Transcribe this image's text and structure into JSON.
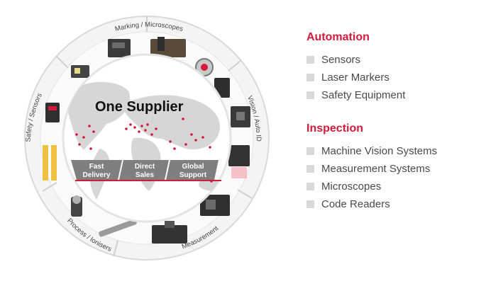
{
  "diagram": {
    "center_title": "One Supplier",
    "band_items": [
      {
        "line1": "Fast",
        "line2": "Delivery"
      },
      {
        "line1": "Direct",
        "line2": "Sales"
      },
      {
        "line1": "Global",
        "line2": "Support"
      }
    ],
    "segments": [
      "Marking / Microscopes",
      "Vision / Auto ID",
      "Measurement",
      "Process / Ionisers",
      "Safety / Sensors"
    ]
  },
  "sections": [
    {
      "title": "Automation",
      "items": [
        "Sensors",
        "Laser Markers",
        "Safety Equipment"
      ]
    },
    {
      "title": "Inspection",
      "items": [
        "Machine Vision Systems",
        "Measurement Systems",
        "Microscopes",
        "Code Readers"
      ]
    }
  ],
  "colors": {
    "accent": "#d21a3c",
    "bullet": "#d9d9d9",
    "text": "#4a4a4a",
    "band": "#808080"
  }
}
